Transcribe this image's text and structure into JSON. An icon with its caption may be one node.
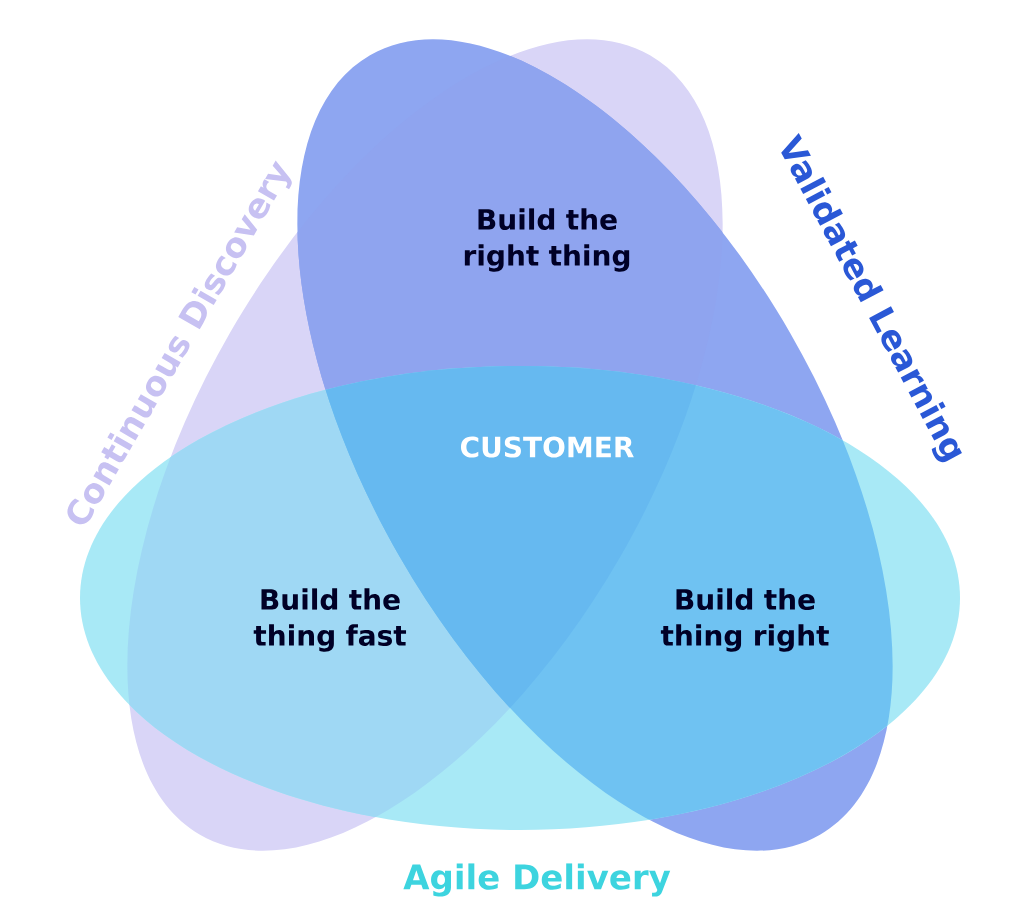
{
  "diagram": {
    "nodes": [
      {
        "text": [
          "Continuous Discovery"
        ]
      },
      {
        "text": [
          "Validated Learning"
        ]
      },
      {
        "text": [
          "Agile Delivery"
        ]
      }
    ],
    "labels": [
      "Build the right thing",
      "CUSTOMER",
      "Build the thing fast",
      "Build the thing right"
    ]
  }
}
